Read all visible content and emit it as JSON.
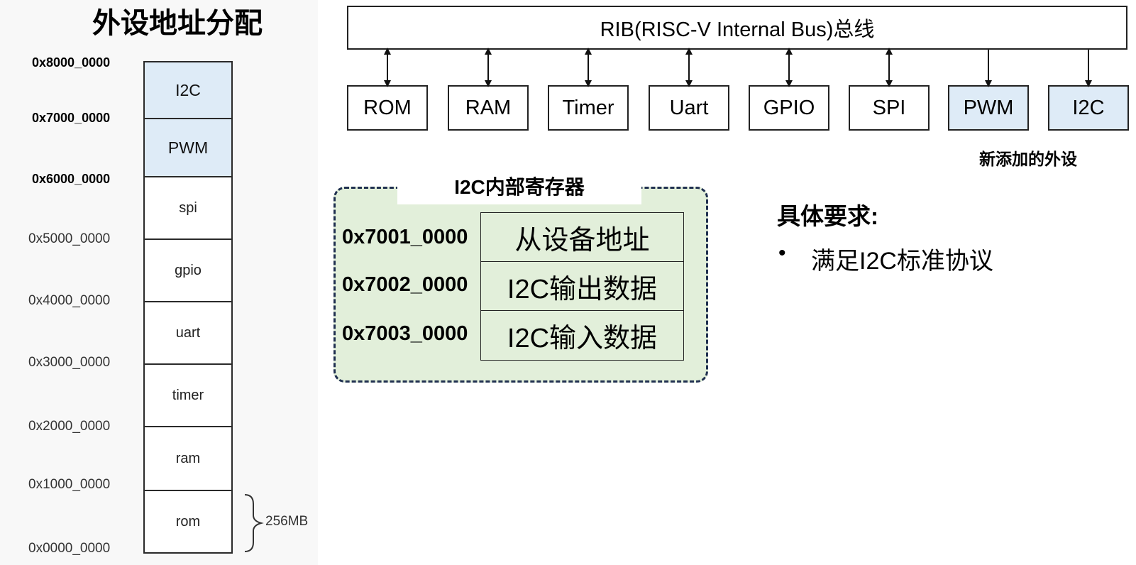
{
  "memory_map": {
    "title": "外设地址分配",
    "blocks": [
      {
        "label": "I2C",
        "highlight": true
      },
      {
        "label": "PWM",
        "highlight": true
      },
      {
        "label": "spi",
        "highlight": false
      },
      {
        "label": "gpio",
        "highlight": false
      },
      {
        "label": "uart",
        "highlight": false
      },
      {
        "label": "timer",
        "highlight": false
      },
      {
        "label": "ram",
        "highlight": false
      },
      {
        "label": "rom",
        "highlight": false
      }
    ],
    "addresses": [
      "0x8000_0000",
      "0x7000_0000",
      "0x6000_0000",
      "0x5000_0000",
      "0x4000_0000",
      "0x3000_0000",
      "0x2000_0000",
      "0x1000_0000",
      "0x0000_0000"
    ],
    "size_label": "256MB"
  },
  "bus": {
    "title": "RIB(RISC-V Internal Bus)总线",
    "peripherals": [
      {
        "label": "ROM",
        "new": false,
        "direction": "bidirectional"
      },
      {
        "label": "RAM",
        "new": false,
        "direction": "bidirectional"
      },
      {
        "label": "Timer",
        "new": false,
        "direction": "bidirectional"
      },
      {
        "label": "Uart",
        "new": false,
        "direction": "bidirectional"
      },
      {
        "label": "GPIO",
        "new": false,
        "direction": "bidirectional"
      },
      {
        "label": "SPI",
        "new": false,
        "direction": "bidirectional"
      },
      {
        "label": "PWM",
        "new": true,
        "direction": "down"
      },
      {
        "label": "I2C",
        "new": true,
        "direction": "down"
      }
    ],
    "new_note": "新添加的外设"
  },
  "registers": {
    "title": "I2C内部寄存器",
    "rows": [
      {
        "address": "0x7001_0000",
        "name": "从设备地址"
      },
      {
        "address": "0x7002_0000",
        "name": "I2C输出数据"
      },
      {
        "address": "0x7003_0000",
        "name": "I2C输入数据"
      }
    ]
  },
  "requirements": {
    "title": "具体要求:",
    "bullet": "•",
    "items": [
      "满足I2C标准协议"
    ]
  },
  "colors": {
    "new_peripheral_fill": "#deebf7",
    "register_panel_fill": "#e2efda",
    "register_panel_border": "#203050"
  }
}
